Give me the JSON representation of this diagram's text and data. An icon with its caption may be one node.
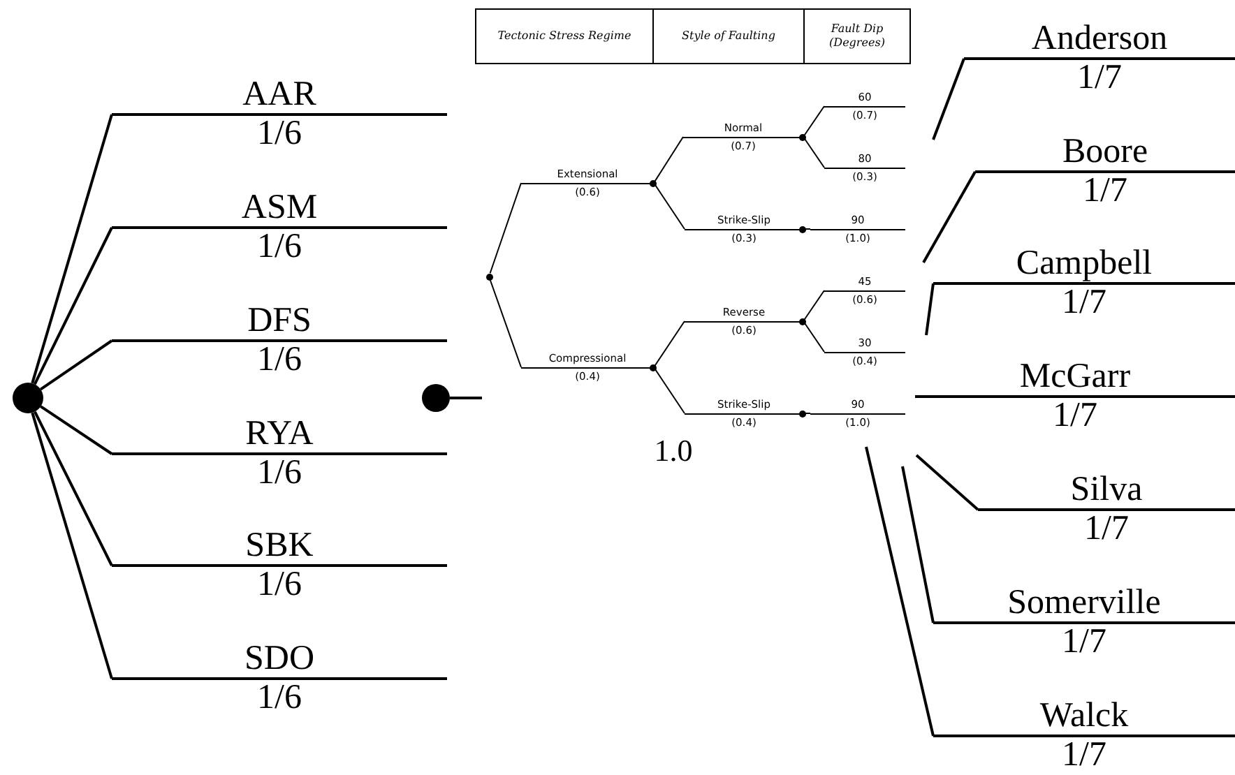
{
  "diagram": {
    "nodes": [
      {
        "text": [],
        "shape": "circle"
      },
      {
        "text": [
          "AAR",
          "1/6"
        ]
      },
      {
        "text": [
          "ASM",
          "1/6"
        ]
      },
      {
        "text": [
          "DFS",
          "1/6"
        ]
      },
      {
        "text": [
          "RYA",
          "1/6"
        ]
      },
      {
        "text": [
          "SBK",
          "1/6"
        ]
      },
      {
        "text": [
          "SDO",
          "1/6"
        ]
      },
      {
        "text": [],
        "shape": "circle"
      },
      {
        "text": [],
        "shape": "circle"
      },
      {
        "text": [
          "Extensional",
          "(0.6)"
        ]
      },
      {
        "text": [
          "Normal",
          "(0.7)"
        ]
      },
      {
        "text": [
          "60",
          "(0.7)"
        ]
      },
      {
        "text": [
          "80",
          "(0.3)"
        ]
      },
      {
        "text": [
          "Strike-Slip",
          "(0.3)"
        ]
      },
      {
        "text": [
          "90",
          "(1.0)"
        ]
      },
      {
        "text": [
          "Compressional",
          "(0.4)"
        ]
      },
      {
        "text": [
          "Reverse",
          "(0.6)"
        ]
      },
      {
        "text": [
          "45",
          "(0.6)"
        ]
      },
      {
        "text": [
          "30",
          "(0.4)"
        ]
      },
      {
        "text": [
          "Strike-Slip",
          "(0.4)"
        ]
      },
      {
        "text": [
          "90",
          "(1.0)"
        ]
      },
      {
        "text": [
          "Anderson",
          "1/7"
        ]
      },
      {
        "text": [
          "Boore",
          "1/7"
        ]
      },
      {
        "text": [
          "Campbell",
          "1/7"
        ]
      },
      {
        "text": [
          "McGarr",
          "1/7"
        ]
      },
      {
        "text": [
          "Silva",
          "1/7"
        ]
      },
      {
        "text": [
          "Somerville",
          "1/7"
        ]
      },
      {
        "text": [
          "Walck",
          "1/7"
        ]
      }
    ],
    "edges": [
      {
        "from": 0,
        "to": 1,
        "arrow": "none"
      },
      {
        "from": 0,
        "to": 2,
        "arrow": "none"
      },
      {
        "from": 0,
        "to": 3,
        "arrow": "none"
      },
      {
        "from": 0,
        "to": 4,
        "arrow": "none"
      },
      {
        "from": 0,
        "to": 5,
        "arrow": "none"
      },
      {
        "from": 0,
        "to": 6,
        "arrow": "none"
      },
      {
        "from": 7,
        "to": null,
        "arrow": "none"
      },
      {
        "from": 8,
        "to": 9,
        "arrow": "none"
      },
      {
        "from": 8,
        "to": 15,
        "arrow": "none"
      },
      {
        "from": 9,
        "to": 10,
        "arrow": "none"
      },
      {
        "from": 9,
        "to": 13,
        "arrow": "none"
      },
      {
        "from": 10,
        "to": 11,
        "arrow": "none"
      },
      {
        "from": 10,
        "to": 12,
        "arrow": "none"
      },
      {
        "from": 13,
        "to": 14,
        "arrow": "none"
      },
      {
        "from": 15,
        "to": 16,
        "arrow": "none"
      },
      {
        "from": 15,
        "to": 19,
        "arrow": "none"
      },
      {
        "from": 16,
        "to": 17,
        "arrow": "none"
      },
      {
        "from": 16,
        "to": 18,
        "arrow": "none"
      },
      {
        "from": 19,
        "to": 20,
        "arrow": "none"
      },
      {
        "from": null,
        "to": 21,
        "arrow": "none"
      },
      {
        "from": null,
        "to": 22,
        "arrow": "none"
      },
      {
        "from": null,
        "to": 23,
        "arrow": "none"
      },
      {
        "from": null,
        "to": 25,
        "arrow": "none"
      },
      {
        "from": null,
        "to": 26,
        "arrow": "none"
      },
      {
        "from": null,
        "to": 27,
        "arrow": "none"
      }
    ],
    "labels": [
      "Tectonic Stress Regime",
      "Style of Faulting",
      "Fault Dip (Degrees)",
      "1.0"
    ]
  }
}
